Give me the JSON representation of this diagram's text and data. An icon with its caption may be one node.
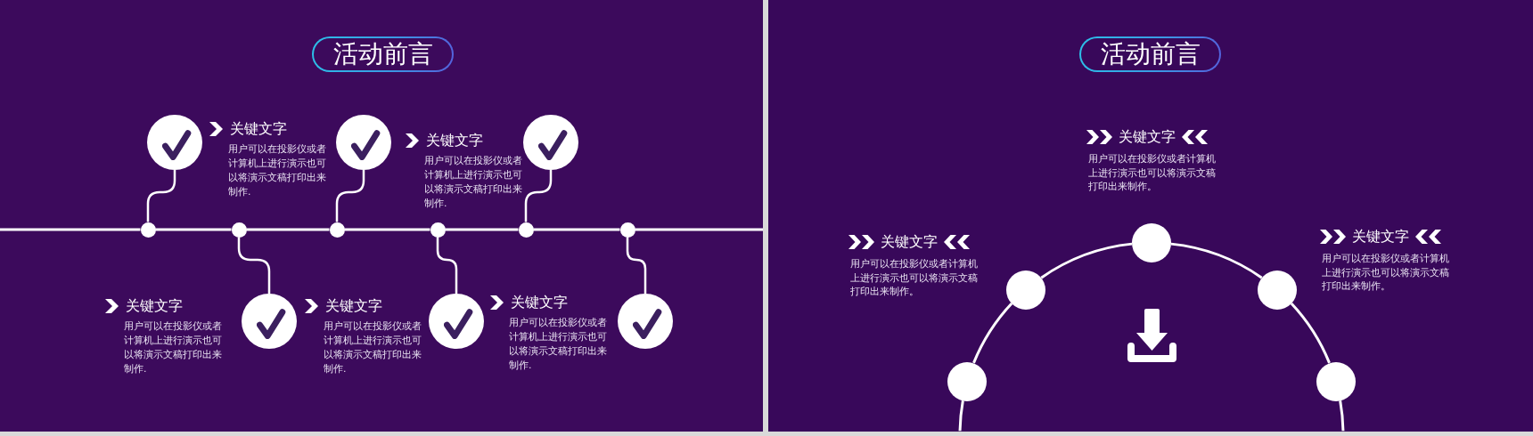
{
  "diagram": {
    "nodes": [
      {
        "text": [],
        "shape": "box"
      },
      {
        "text": [
          "活动前言"
        ],
        "in": 0
      },
      {
        "text": [],
        "shape": "circle",
        "in": 0,
        "beside": [
          "关键文字",
          "用户可以在投影仪或者计算机上进行演示也可以将演示文稿打印出来制作."
        ]
      },
      {
        "text": [],
        "shape": "circle",
        "in": 0
      },
      {
        "text": [],
        "shape": "circle",
        "in": 0,
        "beside": [
          "关键文字",
          "用户可以在投影仪或者计算机上进行演示也可以将演示文稿打印出来制作."
        ]
      },
      {
        "text": [],
        "shape": "circle",
        "in": 0
      },
      {
        "text": [],
        "shape": "circle",
        "in": 0
      },
      {
        "text": [],
        "shape": "circle",
        "in": 0
      },
      {
        "text": [],
        "shape": "circle",
        "in": 0
      },
      {
        "text": [],
        "shape": "circle",
        "in": 0
      },
      {
        "text": [],
        "shape": "circle",
        "in": 0
      },
      {
        "text": [],
        "shape": "circle",
        "in": 0,
        "beside": [
          "关键文字",
          "用户可以在投影仪或者计算机上进行演示也可以将演示文稿打印出来制作."
        ]
      },
      {
        "text": [],
        "shape": "circle",
        "in": 0,
        "beside": [
          "关键文字",
          "用户可以在投影仪或者计算机上进行演示也可以将演示文稿打印出来制作."
        ]
      },
      {
        "text": [],
        "shape": "circle",
        "in": 0,
        "beside": [
          "关键文字",
          "用户可以在投影仪或者计算机上进行演示也可以将演示文稿打印出来制作."
        ]
      },
      {
        "text": [],
        "shape": "box"
      },
      {
        "text": [
          "活动前言"
        ],
        "in": 14
      },
      {
        "text": [],
        "shape": "circle",
        "in": 14
      },
      {
        "text": [],
        "shape": "circle",
        "in": 14,
        "beside": [
          "关键文字",
          "用户可以在投影仪或者计算机上进行演示也可以将演示文稿打印出来制作。"
        ]
      },
      {
        "text": [],
        "shape": "circle",
        "in": 14,
        "beside": [
          "关键文字",
          "用户可以在投影仪或者计算机上进行演示也可以将演示文稿打印出来制作。"
        ]
      },
      {
        "text": [],
        "shape": "circle",
        "in": 14,
        "beside": [
          "关键文字",
          "用户可以在投影仪或者计算机上进行演示也可以将演示文稿打印出来制作。"
        ]
      },
      {
        "text": [],
        "shape": "circle",
        "in": 14
      }
    ],
    "edges": [
      {
        "from": 2,
        "to": 5,
        "arrow": "none"
      },
      {
        "from": 3,
        "to": 7,
        "arrow": "none"
      },
      {
        "from": 4,
        "to": 9,
        "arrow": "none"
      },
      {
        "from": 6,
        "to": 11,
        "arrow": "none"
      },
      {
        "from": 8,
        "to": 12,
        "arrow": "none"
      },
      {
        "from": 10,
        "to": 13,
        "arrow": "none"
      },
      {
        "from": null,
        "to": 5,
        "arrow": "none"
      },
      {
        "from": 5,
        "to": 6,
        "arrow": "none"
      },
      {
        "from": 6,
        "to": 7,
        "arrow": "none"
      },
      {
        "from": 7,
        "to": 8,
        "arrow": "none"
      },
      {
        "from": 8,
        "to": 9,
        "arrow": "none"
      },
      {
        "from": 9,
        "to": 10,
        "arrow": "none"
      },
      {
        "from": 10,
        "to": null,
        "arrow": "none"
      },
      {
        "from": null,
        "to": 16,
        "arrow": "none"
      },
      {
        "from": 16,
        "to": 17,
        "arrow": "none"
      },
      {
        "from": 17,
        "to": 18,
        "arrow": "none"
      },
      {
        "from": 18,
        "to": 19,
        "arrow": "none"
      },
      {
        "from": 19,
        "to": 20,
        "arrow": "none"
      },
      {
        "from": 20,
        "to": null,
        "arrow": "none"
      }
    ]
  }
}
